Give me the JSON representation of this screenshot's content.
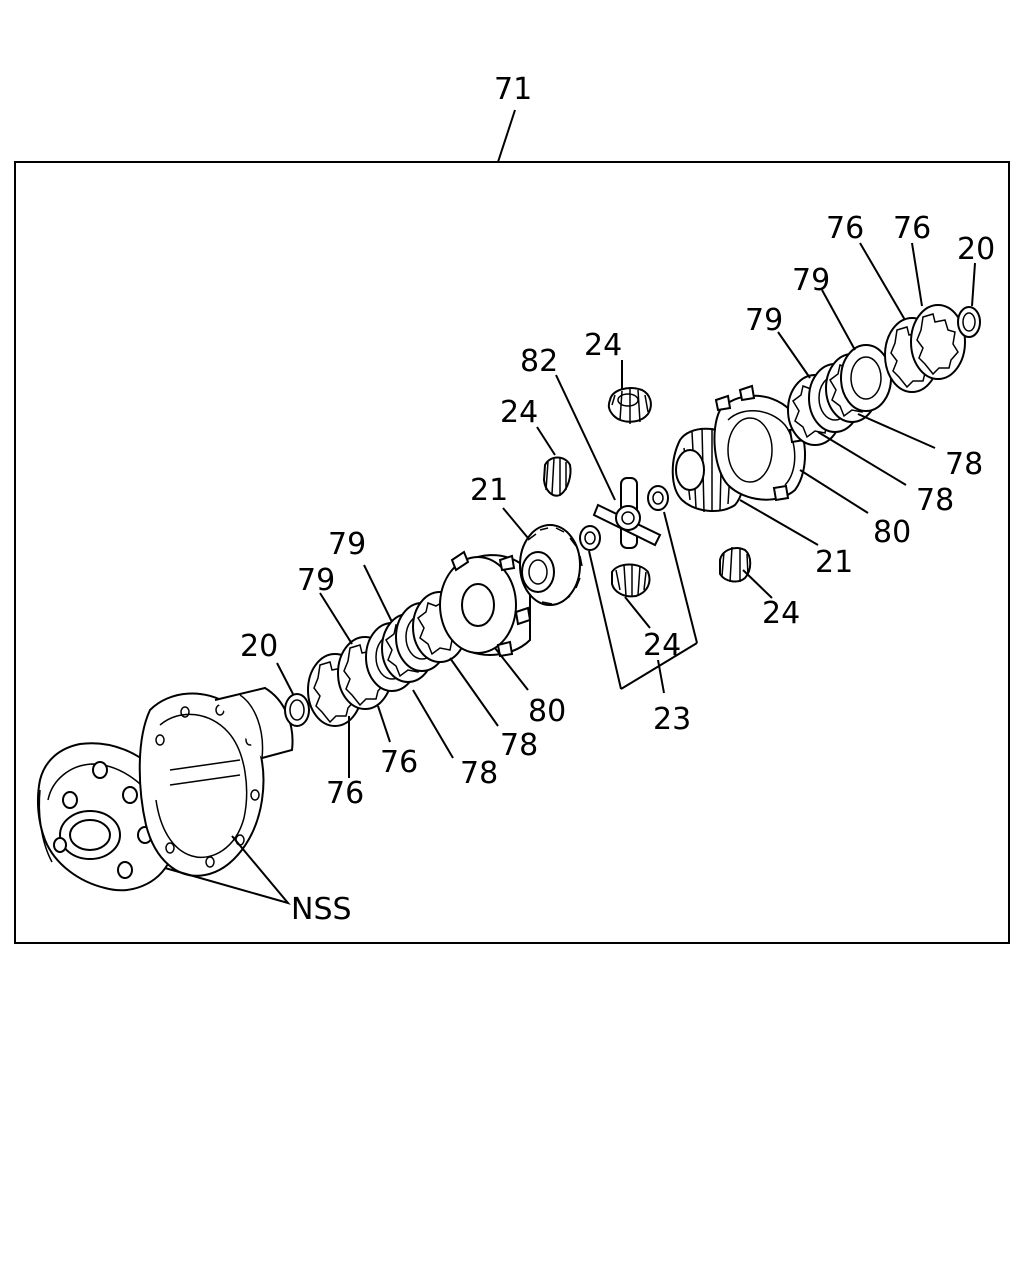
{
  "callouts": {
    "assembly": "71",
    "c20a": "20",
    "c20b": "20",
    "c21a": "21",
    "c21b": "21",
    "c23": "23",
    "c24a": "24",
    "c24b": "24",
    "c24c": "24",
    "c24d": "24",
    "c76a": "76",
    "c76b": "76",
    "c76c": "76",
    "c76d": "76",
    "c78a": "78",
    "c78b": "78",
    "c78c": "78",
    "c78d": "78",
    "c79a": "79",
    "c79b": "79",
    "c79c": "79",
    "c79d": "79",
    "c80a": "80",
    "c80b": "80",
    "c82": "82",
    "nss": "NSS"
  }
}
